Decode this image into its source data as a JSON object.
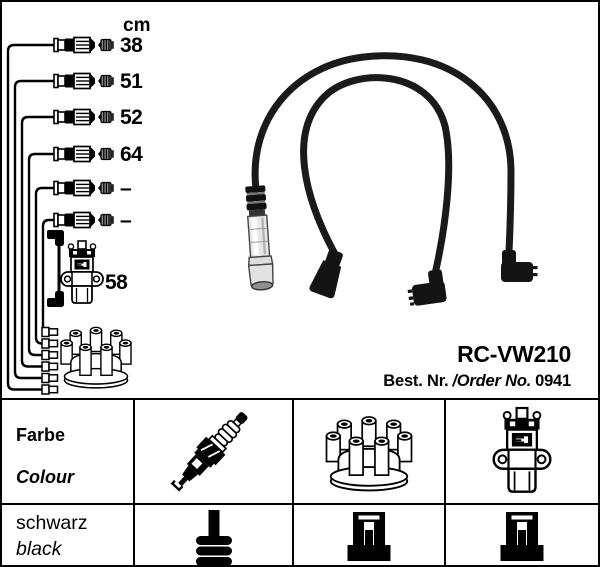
{
  "schematic": {
    "unit": "cm",
    "lengths": [
      "38",
      "51",
      "52",
      "64",
      "–",
      "–"
    ],
    "coil_wire_length": "58"
  },
  "product": {
    "model": "RC-VW210",
    "order_label_de": "Best. Nr.",
    "order_label_en": "/Order No.",
    "order_number": "0941"
  },
  "spec_table": {
    "color_label_de": "Farbe",
    "color_label_en": "Colour",
    "color_value_de": "schwarz",
    "color_value_en": "black"
  },
  "colors": {
    "ink": "#000000",
    "cable": "#1a1a1a"
  }
}
